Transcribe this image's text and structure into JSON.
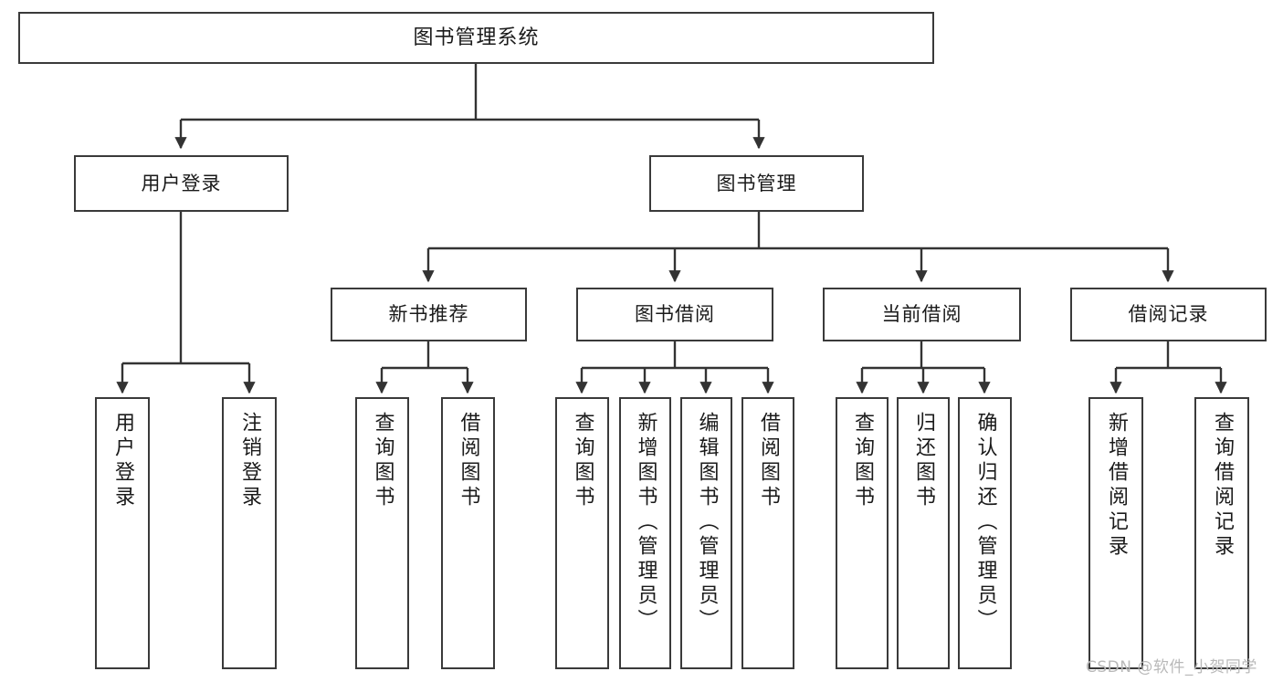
{
  "diagram": {
    "title": "图书管理系统",
    "type": "tree",
    "colors": {
      "box_border": "#3a3a3a",
      "box_fill": "#ffffff",
      "edge": "#333333",
      "text": "#1a1a1a",
      "watermark": "#b9b9b9",
      "background": "#ffffff"
    },
    "nodes": {
      "root": {
        "label": "图书管理系统"
      },
      "level2": [
        {
          "id": "user-login",
          "label": "用户登录"
        },
        {
          "id": "book-manage",
          "label": "图书管理"
        }
      ],
      "level3": [
        {
          "id": "new-book-recommend",
          "label": "新书推荐"
        },
        {
          "id": "book-borrow",
          "label": "图书借阅"
        },
        {
          "id": "current-borrow",
          "label": "当前借阅"
        },
        {
          "id": "borrow-record",
          "label": "借阅记录"
        }
      ],
      "leaves": [
        {
          "id": "leaf-user-login",
          "label": "用户登录",
          "parent": "user-login"
        },
        {
          "id": "leaf-logout",
          "label": "注销登录",
          "parent": "user-login"
        },
        {
          "id": "leaf-query-book-1",
          "label": "查询图书",
          "parent": "new-book-recommend"
        },
        {
          "id": "leaf-borrow-book-1",
          "label": "借阅图书",
          "parent": "new-book-recommend"
        },
        {
          "id": "leaf-query-book-2",
          "label": "查询图书",
          "parent": "book-borrow"
        },
        {
          "id": "leaf-add-book",
          "label": "新增图书（管理员）",
          "parent": "book-borrow"
        },
        {
          "id": "leaf-edit-book",
          "label": "编辑图书（管理员）",
          "parent": "book-borrow"
        },
        {
          "id": "leaf-borrow-book-2",
          "label": "借阅图书",
          "parent": "book-borrow"
        },
        {
          "id": "leaf-query-book-3",
          "label": "查询图书",
          "parent": "current-borrow"
        },
        {
          "id": "leaf-return-book",
          "label": "归还图书",
          "parent": "current-borrow"
        },
        {
          "id": "leaf-confirm-return",
          "label": "确认归还（管理员）",
          "parent": "current-borrow"
        },
        {
          "id": "leaf-add-record",
          "label": "新增借阅记录",
          "parent": "borrow-record"
        },
        {
          "id": "leaf-query-record",
          "label": "查询借阅记录",
          "parent": "borrow-record"
        }
      ]
    },
    "watermark": "CSDN @软件_小贺同学"
  }
}
